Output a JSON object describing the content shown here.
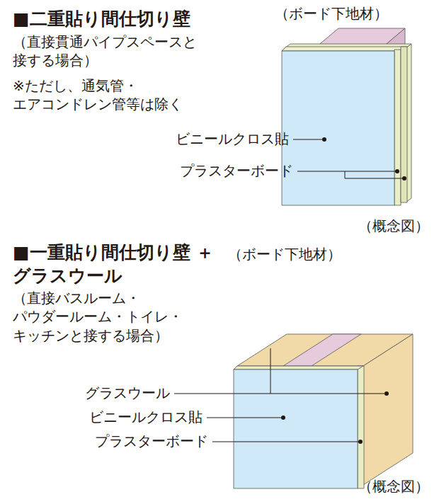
{
  "diagram": {
    "labels": [
      "■二重貼り間仕切り壁",
      "（ボード下地材）",
      "（直接貫通パイプスペースと 接する場合）",
      "※ただし、通気管・ エアコンドレン管等は除く",
      "ビニールクロス貼",
      "プラスターボード",
      "（概念図）",
      "■一重貼り間仕切り壁 ＋グラスウール",
      "（ボード下地材）",
      "（直接バスルーム・ パウダールーム・トイレ・ キッチンと接する場合）",
      "グラスウール",
      "ビニールクロス貼",
      "プラスターボード",
      "（概念図）"
    ]
  }
}
